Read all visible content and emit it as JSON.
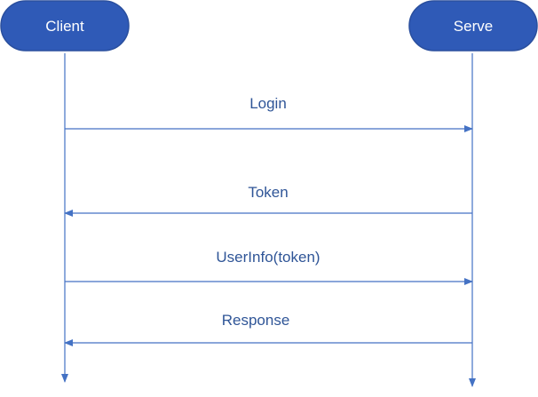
{
  "diagram": {
    "participants": [
      {
        "id": "client",
        "label": "Client"
      },
      {
        "id": "server",
        "label": "Serve"
      }
    ],
    "messages": [
      {
        "from": "client",
        "to": "server",
        "label": "Login"
      },
      {
        "from": "server",
        "to": "client",
        "label": "Token"
      },
      {
        "from": "client",
        "to": "server",
        "label": "UserInfo(token)"
      },
      {
        "from": "server",
        "to": "client",
        "label": "Response"
      }
    ],
    "colors": {
      "actor_fill": "#2f5ab7",
      "line": "#4472c4",
      "label_text": "#2f5597"
    }
  }
}
